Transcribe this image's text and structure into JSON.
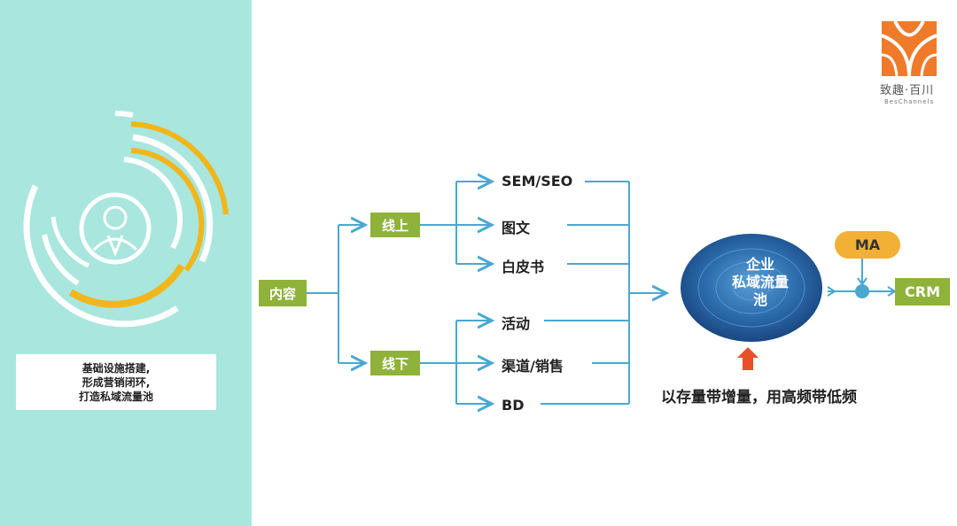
{
  "left_panel": {
    "caption_lines": [
      "基础设施搭建,",
      "形成营销闭环,",
      "打造私域流量池"
    ]
  },
  "diagram": {
    "root": "内容",
    "branches": [
      {
        "label": "线上",
        "children": [
          "SEM/SEO",
          "图文",
          "白皮书"
        ]
      },
      {
        "label": "线下",
        "children": [
          "活动",
          "渠道/销售",
          "BD"
        ]
      }
    ],
    "pool_lines": [
      "企业",
      "私域流量",
      "池"
    ],
    "ma": "MA",
    "crm": "CRM",
    "slogan": "以存量带增量，用高频带低频"
  },
  "logo": {
    "cn": "致趣·百川",
    "en": "BesChannels"
  },
  "colors": {
    "panel_bg": "#a8e6de",
    "node_green": "#8fb23b",
    "connector": "#4aa8d0",
    "ring_yellow": "#f2b61b",
    "ma_orange": "#f2b034",
    "arrow_red": "#e8502a",
    "pool_blue": "#2a6aa8",
    "logo_orange": "#ef7a2a"
  }
}
